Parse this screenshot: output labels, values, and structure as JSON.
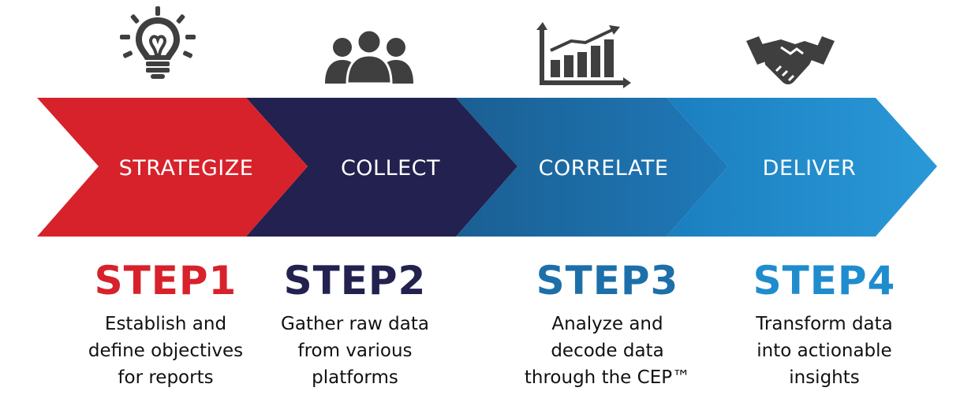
{
  "steps": [
    {
      "band_label": "STRATEGIZE",
      "title": "STEP1",
      "description": "Establish and\ndefine objectives\nfor reports",
      "color": "#d7222b",
      "icon": "lightbulb-icon"
    },
    {
      "band_label": "COLLECT",
      "title": "STEP2",
      "description": "Gather raw data\nfrom various\nplatforms",
      "color": "#23214f",
      "icon": "people-icon"
    },
    {
      "band_label": "CORRELATE",
      "title": "STEP3",
      "description": "Analyze and\ndecode data\nthrough the CEP™",
      "color": "#1d6fa9",
      "icon": "bar-chart-icon"
    },
    {
      "band_label": "DELIVER",
      "title": "STEP4",
      "description": "Transform data\ninto actionable\ninsights",
      "color": "#1f8ccd",
      "icon": "handshake-icon"
    }
  ],
  "colors": {
    "icon": "#3f3f3f"
  }
}
